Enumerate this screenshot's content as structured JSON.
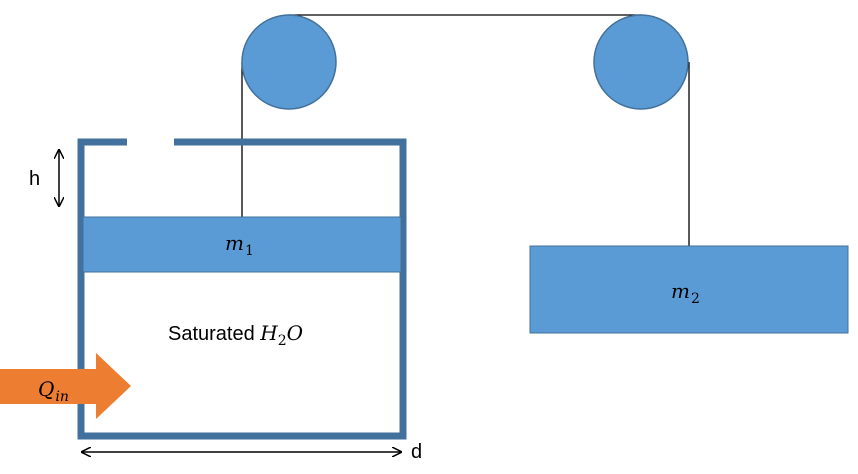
{
  "labels": {
    "height": "h",
    "diameter": "d",
    "mass1_base": "m",
    "mass1_sub": "1",
    "mass2_base": "m",
    "mass2_sub": "2",
    "contents_text": "Saturated ",
    "contents_base": "H",
    "contents_sub": "2",
    "contents_tail": "O",
    "heat_base": "Q",
    "heat_sub": "in"
  },
  "colors": {
    "vessel": "#41719c",
    "fill": "#5b9bd5",
    "arrow": "#ed7d31",
    "line": "#000000",
    "outline": "#41719c"
  }
}
